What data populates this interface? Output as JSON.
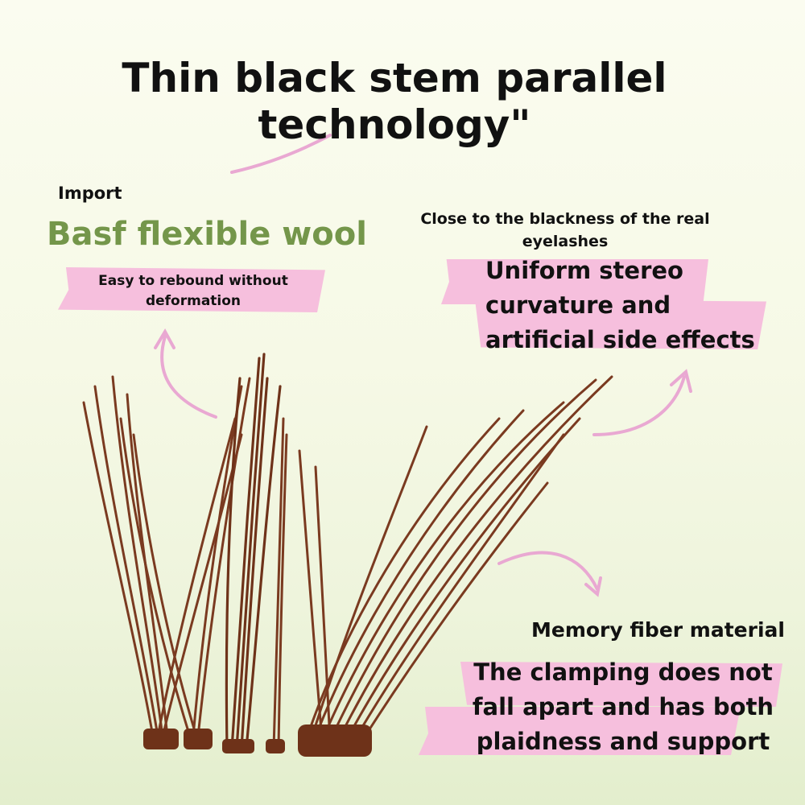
{
  "title": "Thin black stem parallel technology\"",
  "left_block": {
    "import_label": "Import",
    "heading": "Basf flexible wool",
    "note_line1": "Easy to rebound without",
    "note_line2": "deformation"
  },
  "right_top_block": {
    "label_line1": "Close to the blackness of the real",
    "label_line2": "eyelashes",
    "text_line1": "Uniform stereo",
    "text_line2": "curvature and",
    "text_line3": "artificial side effects"
  },
  "bottom_block": {
    "label": "Memory fiber material",
    "text_line1": "The clamping does not",
    "text_line2": "fall apart and has both",
    "text_line3": "plaidness and support"
  },
  "colors": {
    "background": "#f6f9e6",
    "accent_green": "#74964a",
    "tape_pink": "#f6bfdd",
    "arrow_pink": "#e9a8d2",
    "lash_brown": "#7a3a20"
  }
}
